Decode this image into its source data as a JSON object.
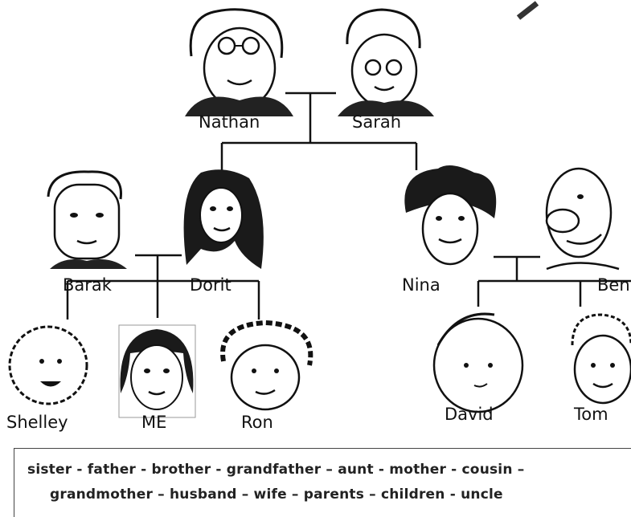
{
  "people": {
    "nathan": "Nathan",
    "sarah": "Sarah",
    "barak": "Barak",
    "dorit": "Dorit",
    "nina": "Nina",
    "ben": "Ben",
    "shelley": "Shelley",
    "me": "ME",
    "ron": "Ron",
    "david": "David",
    "tom": "Tom"
  },
  "word_bank": {
    "line1": "sister -  father - brother - grandfather – aunt - mother - cousin –",
    "line2": "grandmother – husband – wife – parents – children - uncle"
  }
}
